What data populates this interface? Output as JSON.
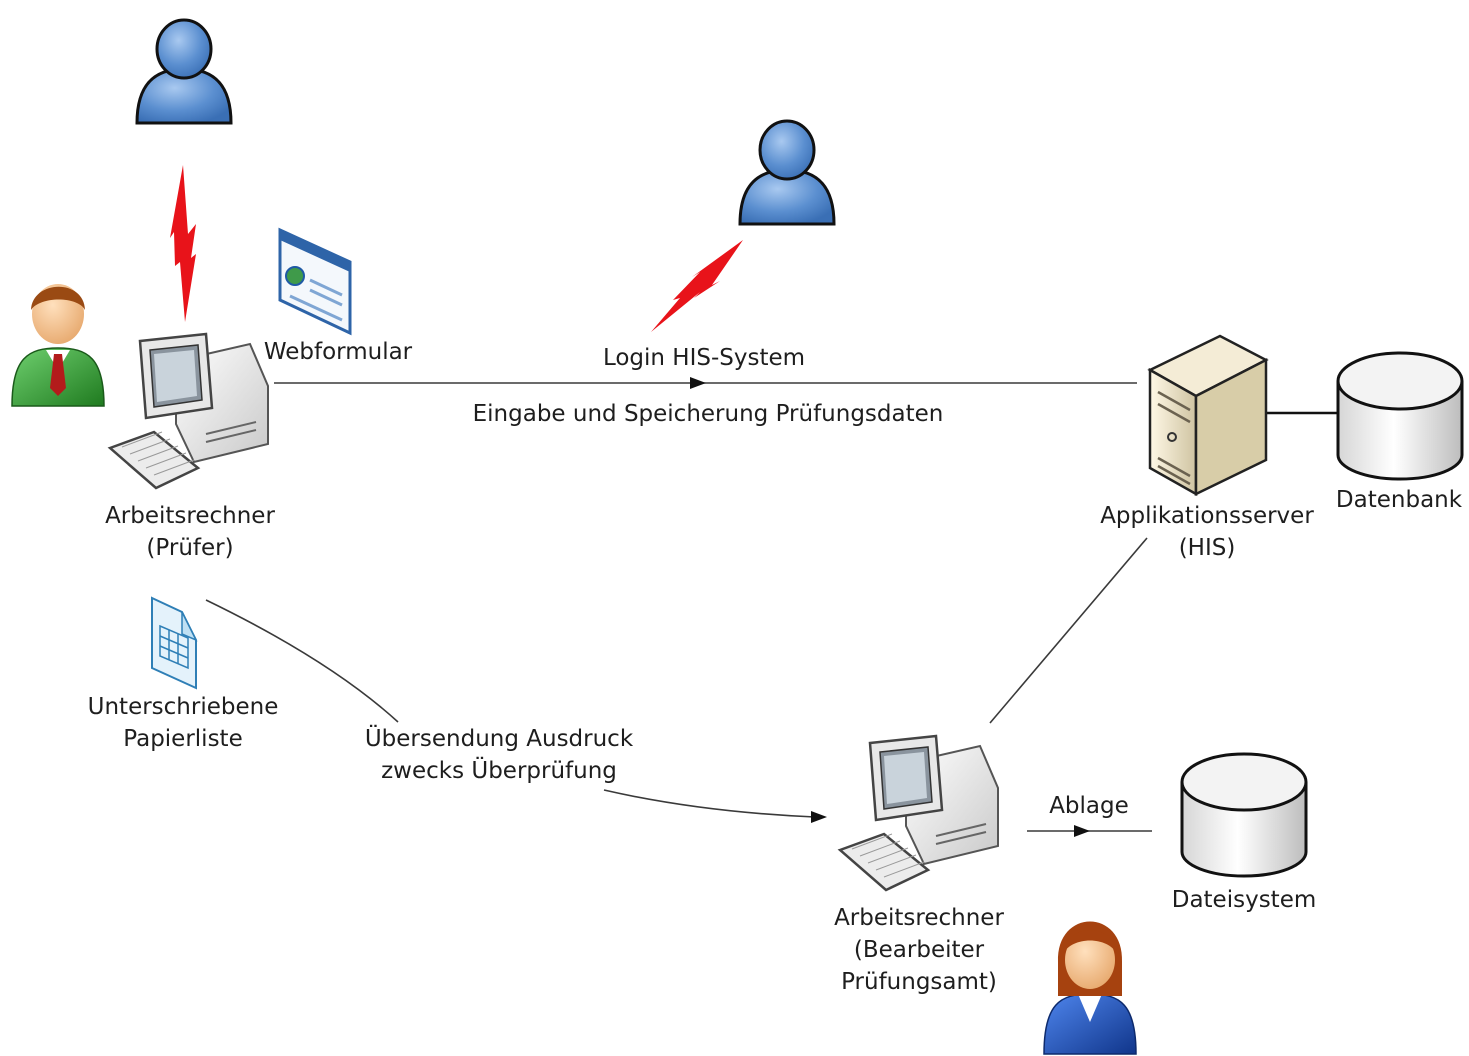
{
  "labels": {
    "pruefer_pc": "Arbeitsrechner\n(Prüfer)",
    "webform": "Webformular",
    "login": "Login HIS-System",
    "eingabe": "Eingabe und Speicherung Prüfungsdaten",
    "server": "Applikationsserver\n(HIS)",
    "datenbank": "Datenbank",
    "papierliste": "Unterschriebene\nPapierliste",
    "uebersendung": "Übersendung Ausdruck\nzwecks Überprüfung",
    "bearbeiter_pc": "Arbeitsrechner\n(Bearbeiter\nPrüfungsamt)",
    "ablage": "Ablage",
    "dateisystem": "Dateisystem"
  },
  "icons": {
    "attacker_top": "user-silhouette-icon",
    "attacker_mid": "user-silhouette-icon",
    "pruefer_user": "male-user-icon",
    "bearbeiter_user": "female-user-icon",
    "pruefer_pc": "desktop-computer-icon",
    "bearbeiter_pc": "desktop-computer-icon",
    "webform": "web-form-icon",
    "papierliste": "spreadsheet-document-icon",
    "server": "server-tower-icon",
    "datenbank": "database-cylinder-icon",
    "dateisystem": "database-cylinder-icon",
    "threat": "lightning-icon"
  },
  "colors": {
    "silhouette": "#5b8fd0",
    "lightning": "#e8131a",
    "line": "#3a3a3a",
    "male_suit": "#3aa03a",
    "female_suit": "#1f52b8",
    "server_body": "#e8dfc4"
  }
}
